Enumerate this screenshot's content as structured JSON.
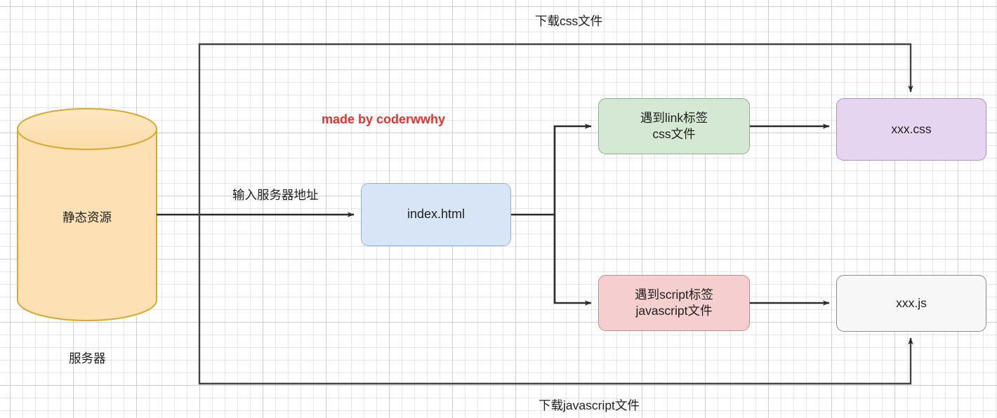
{
  "diagram": {
    "title_watermark": "made by coderwwhy",
    "colors": {
      "cylinder_fill": "#fde0b4",
      "cylinder_stroke": "#d6ab2e",
      "html_fill": "#d7e5f7",
      "html_stroke": "#8fb3dd",
      "css_tag_fill": "#d5e8d4",
      "css_tag_stroke": "#8cb18a",
      "script_tag_fill": "#f5cfcf",
      "script_tag_stroke": "#c08b8b",
      "css_file_fill": "#e6d5f0",
      "css_file_stroke": "#ab91bd",
      "js_file_fill": "#f7f7f7",
      "js_file_stroke": "#8c8c8c",
      "edge": "#333333",
      "watermark": "#e8332a",
      "grid_minor": "#dcdee4",
      "grid_major": "#bebec3"
    },
    "nodes": {
      "server_store": "静态资源",
      "server_caption": "服务器",
      "index_html": "index.html",
      "link_tag": "遇到link标签\ncss文件",
      "script_tag": "遇到script标签\njavascript文件",
      "css_file": "xxx.css",
      "js_file": "xxx.js"
    },
    "edge_labels": {
      "download_css": "下载css文件",
      "download_js": "下载javascript文件",
      "input_server_address": "输入服务器地址"
    }
  }
}
